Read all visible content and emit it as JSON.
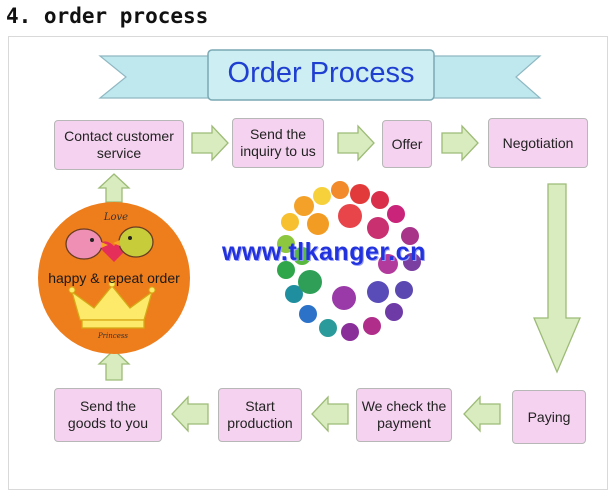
{
  "heading": "4. order process",
  "banner": {
    "title": "Order Process"
  },
  "watermark": "www.tlkanger.cn",
  "circle": {
    "top_text": "Love",
    "label": "happy & repeat order",
    "crown_text": "Princess"
  },
  "steps": [
    {
      "id": "contact",
      "label": "Contact customer service"
    },
    {
      "id": "inquiry",
      "label": "Send the inquiry to us"
    },
    {
      "id": "offer",
      "label": "Offer"
    },
    {
      "id": "negotiation",
      "label": "Negotiation"
    },
    {
      "id": "paying",
      "label": "Paying"
    },
    {
      "id": "check-payment",
      "label": "We check the payment"
    },
    {
      "id": "start-production",
      "label": "Start production"
    },
    {
      "id": "send-goods",
      "label": "Send the goods to you"
    }
  ],
  "colors": {
    "box_fill": "#f5d3f0",
    "arrow_fill": "#d8ecc0",
    "arrow_stroke": "#9dbb76",
    "banner_fill": "#bfe7ee",
    "circle_fill": "#ee7d1c",
    "title_color": "#1f3fd1"
  }
}
